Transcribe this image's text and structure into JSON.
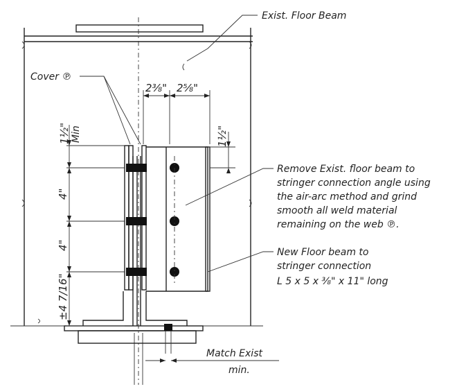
{
  "labels": {
    "exist_floor_beam": "Exist. Floor Beam",
    "cover_plate": "Cover ℗",
    "remove_note": [
      "Remove Exist. floor beam to",
      "stringer connection angle using",
      "the air-arc method and grind",
      "smooth all weld material",
      "remaining on the web ℗."
    ],
    "new_note": [
      "New Floor beam to",
      "stringer connection",
      "L 5 x 5 x ⅜\" x 11\" long"
    ],
    "match_exist": "Match Exist",
    "min_below": "min."
  },
  "dimensions": {
    "top_left": "2⅜\"",
    "top_right": "2⅝\"",
    "top_min": "1½\"",
    "top_min_word": "Min",
    "right_edge": "1½\"",
    "spacing_1": "4\"",
    "spacing_2": "4\"",
    "bottom": "±4 7/16\""
  }
}
